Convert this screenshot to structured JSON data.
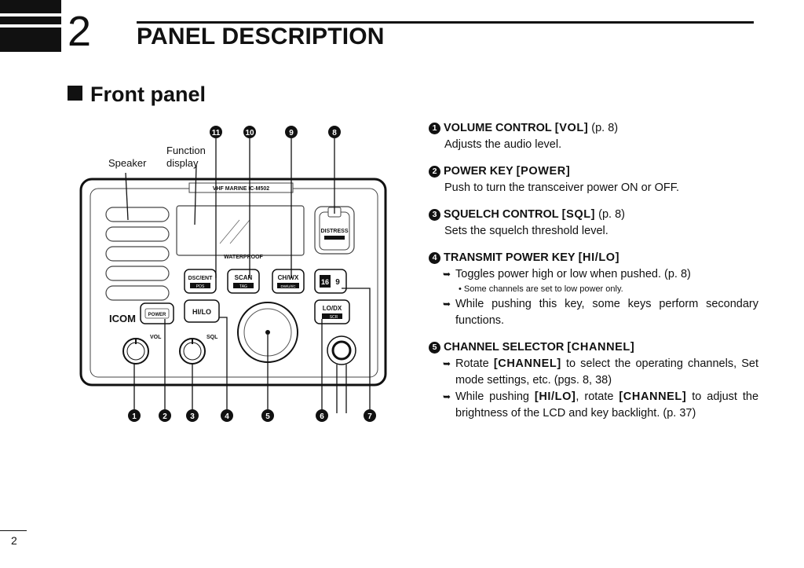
{
  "chapter": {
    "number": "2",
    "title": "PANEL DESCRIPTION"
  },
  "section": {
    "title": "Front panel"
  },
  "diagram": {
    "callouts_top": [
      "11",
      "10",
      "9",
      "8"
    ],
    "callouts_bottom": [
      "1",
      "2",
      "3",
      "4",
      "5",
      "6",
      "7"
    ],
    "label_speaker": "Speaker",
    "label_function_line1": "Function",
    "label_function_line2": "display",
    "brand_strip": "VHF MARINE   IC-M502",
    "waterproof": "WATERPROOF",
    "logo": "ICOM",
    "buttons": {
      "dsc": "DSC/ENT",
      "dsc_sub": "POS",
      "scan": "SCAN",
      "scan_sub": "TAG",
      "chwx": "CH/WX",
      "chwx_sub": "DW/U/I/C",
      "ch16_a": "16",
      "ch16_b": "9",
      "hilo": "HI/LO",
      "lodx": "LO/DX",
      "lodx_sub": "SCR",
      "power": "POWER",
      "distress": "DISTRESS"
    },
    "knob_vol": "VOL",
    "knob_sql": "SQL"
  },
  "items": [
    {
      "n": "1",
      "title": "VOLUME CONTROL",
      "key": "[VOL]",
      "ref": "(p. 8)",
      "body": "Adjusts the audio level."
    },
    {
      "n": "2",
      "title": "POWER KEY",
      "key": "[POWER]",
      "ref": "",
      "body": "Push to turn the transceiver power ON or OFF."
    },
    {
      "n": "3",
      "title": "SQUELCH CONTROL",
      "key": "[SQL]",
      "ref": "(p. 8)",
      "body": "Sets the squelch threshold level."
    },
    {
      "n": "4",
      "title": "TRANSMIT POWER KEY",
      "key": "[HI/LO]",
      "ref": "",
      "bullet1": "Toggles power high or low when pushed. (p. 8)",
      "note": "• Some channels are set to low power only.",
      "bullet2": "While pushing this key, some keys perform secondary functions."
    },
    {
      "n": "5",
      "title": "CHANNEL SELECTOR",
      "key": "[CHANNEL]",
      "ref": "",
      "bullet1_pre": "Rotate",
      "bullet1_key": "[CHANNEL]",
      "bullet1_post": "to select the operating channels, Set mode settings, etc. (pgs. 8, 38)",
      "bullet2_pre": "While pushing",
      "bullet2_key1": "[HI/LO]",
      "bullet2_mid": ", rotate",
      "bullet2_key2": "[CHANNEL]",
      "bullet2_post": "to adjust the brightness of the LCD and key backlight. (p. 37)"
    }
  ],
  "page_number": "2"
}
